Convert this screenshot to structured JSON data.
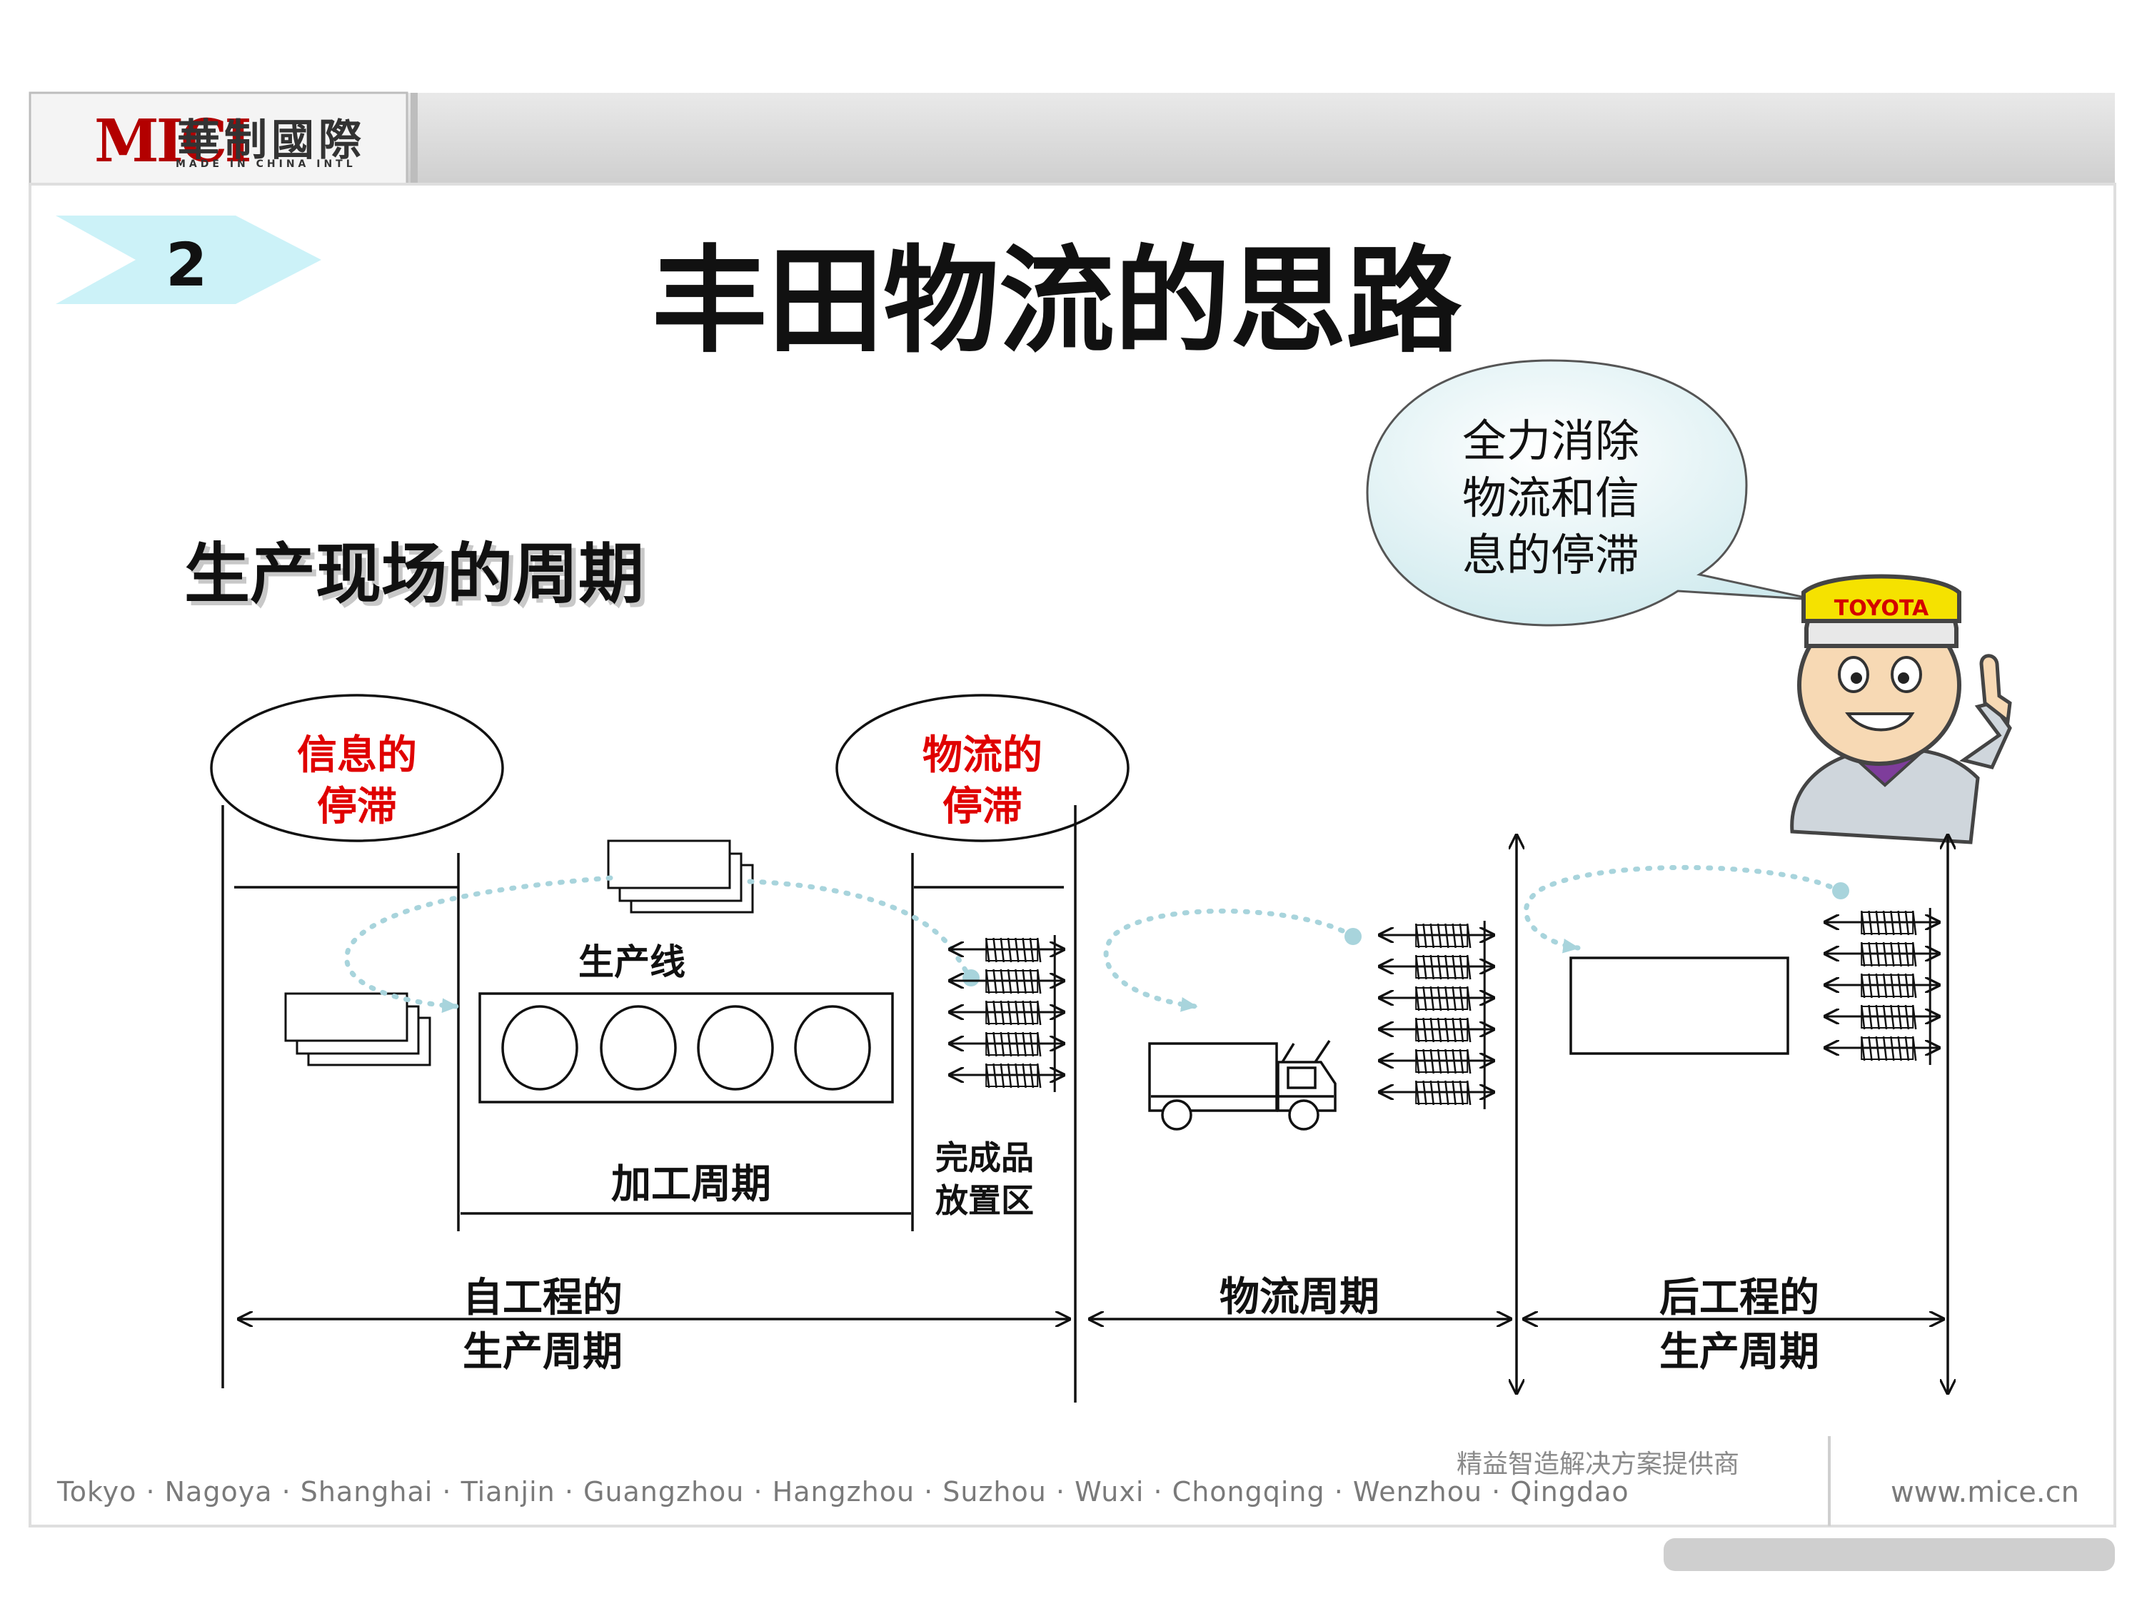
{
  "header": {
    "logo_mark": "MICI",
    "logo_text": "華制國際",
    "logo_sub": "MADE IN CHINA INTL"
  },
  "slide_number": "2",
  "title": "丰田物流的思路",
  "subtitle": "生产现场的周期",
  "speech_bubble": [
    "全力消除",
    "物流和信",
    "息的停滞"
  ],
  "mascot_cap_text": "TOYOTA",
  "ellipses": {
    "info_stagnation": [
      "信息的",
      "停滞"
    ],
    "logistics_stagnation": [
      "物流的",
      "停滞"
    ]
  },
  "labels": {
    "production_line": "生产线",
    "processing_cycle": "加工周期",
    "finished_goods_area": [
      "完成品",
      "放置区"
    ],
    "own_process_cycle": [
      "自工程的",
      "生产周期"
    ],
    "logistics_cycle": "物流周期",
    "next_process_cycle": [
      "后工程的",
      "生产周期"
    ]
  },
  "footer": {
    "cities": "Tokyo · Nagoya · Shanghai · Tianjin · Guangzhou · Hangzhou · Suzhou · Wuxi · Chongqing · Wenzhou · Qingdao",
    "slogan": "精益智造解决方案提供商",
    "url": "www.mice.cn"
  },
  "colors": {
    "header_bar": "#d9d9d9",
    "chevron": "#ccf2f8",
    "stagnation_text": "#e00000",
    "dotted_flow": "#a8d4dc",
    "bubble_fill": "#dff3f5"
  }
}
